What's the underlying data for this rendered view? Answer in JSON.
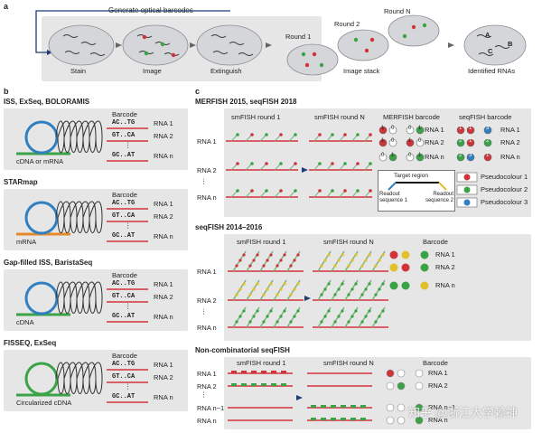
{
  "panel_a": {
    "letter": "a",
    "banner": "Generate optical barcodes",
    "steps": [
      "Stain",
      "Image",
      "Extinguish"
    ],
    "rounds": [
      "Round 1",
      "Round 2",
      "Round N"
    ],
    "stack_label": "Image stack",
    "result_label": "Identified RNAs",
    "result_letters": [
      "A",
      "B",
      "C"
    ]
  },
  "panel_b": {
    "letter": "b",
    "methods": [
      {
        "title": "ISS, ExSeq, BOLORAMIS",
        "barcode_header": "Barcode",
        "codes": [
          "AC..TG",
          "GT..CA",
          "GC..AT"
        ],
        "rnas": [
          "RNA 1",
          "RNA 2",
          "RNA n"
        ],
        "template": "cDNA or mRNA"
      },
      {
        "title": "STARmap",
        "barcode_header": "Barcode",
        "codes": [
          "AC..TG",
          "GT..CA",
          "GC..AT"
        ],
        "rnas": [
          "RNA 1",
          "RNA 2",
          "RNA n"
        ],
        "template": "mRNA"
      },
      {
        "title": "Gap-filled ISS, BaristaSeq",
        "barcode_header": "Barcode",
        "codes": [
          "AC..TG",
          "GT..CA",
          "GC..AT"
        ],
        "rnas": [
          "RNA 1",
          "RNA 2",
          "RNA n"
        ],
        "template": "cDNA"
      },
      {
        "title": "FISSEQ, ExSeq",
        "barcode_header": "Barcode",
        "codes": [
          "AC..TG",
          "GT..CA",
          "GC..AT"
        ],
        "rnas": [
          "RNA 1",
          "RNA 2",
          "RNA n"
        ],
        "template": "Circularized cDNA"
      }
    ]
  },
  "panel_c": {
    "letter": "c",
    "merfish": {
      "title": "MERFISH 2015, seqFISH 2018",
      "col_headers": [
        "smFISH round 1",
        "smFISH round N",
        "MERFISH barcode",
        "seqFISH barcode"
      ],
      "rows": [
        "RNA 1",
        "RNA 2",
        "RNA n"
      ],
      "merfish_codes": [
        [
          "1",
          "0",
          "0",
          "1"
        ],
        [
          "1",
          "0",
          "1",
          "0"
        ],
        [
          "0",
          "1",
          "0",
          "1"
        ]
      ],
      "seqfish_codes": [
        [
          "1",
          "1",
          "3"
        ],
        [
          "2",
          "1",
          "2"
        ],
        [
          "2",
          "3",
          "1"
        ]
      ],
      "barcode_rnas": [
        "RNA 1",
        "RNA 2",
        "RNA n"
      ],
      "pseudocolours": [
        "Pseudocolour 1",
        "Pseudocolour 2",
        "Pseudocolour 3"
      ],
      "inset": {
        "target": "Target region",
        "readout1": "Readout sequence 1",
        "readout2": "Readout sequence 2"
      }
    },
    "seqfish": {
      "title": "seqFISH 2014–2016",
      "col_headers": [
        "smFISH round 1",
        "smFISH round N",
        "Barcode"
      ],
      "rows": [
        "RNA 1",
        "RNA 2",
        "RNA n"
      ],
      "barcode_rnas": [
        "RNA 1",
        "RNA 2",
        "RNA n"
      ]
    },
    "noncomb": {
      "title": "Non-combinatorial seqFISH",
      "col_headers": [
        "smFISH round 1",
        "smFISH round N",
        "Barcode"
      ],
      "rows": [
        "RNA 1",
        "RNA 2",
        "RNA n−1",
        "RNA n"
      ],
      "barcode_rnas": [
        "RNA 1",
        "RNA 2",
        "RNA n−1",
        "RNA n"
      ]
    }
  },
  "watermark": "知乎 @浙江大学赖神",
  "colors": {
    "red": "#d0343a",
    "green": "#3aa346",
    "blue": "#2f7fc1",
    "yellow": "#e0c12a",
    "gray": "#e6e6e6",
    "cell": "#d4d6da",
    "orange": "#e58a2c",
    "navy": "#1f3c73"
  }
}
